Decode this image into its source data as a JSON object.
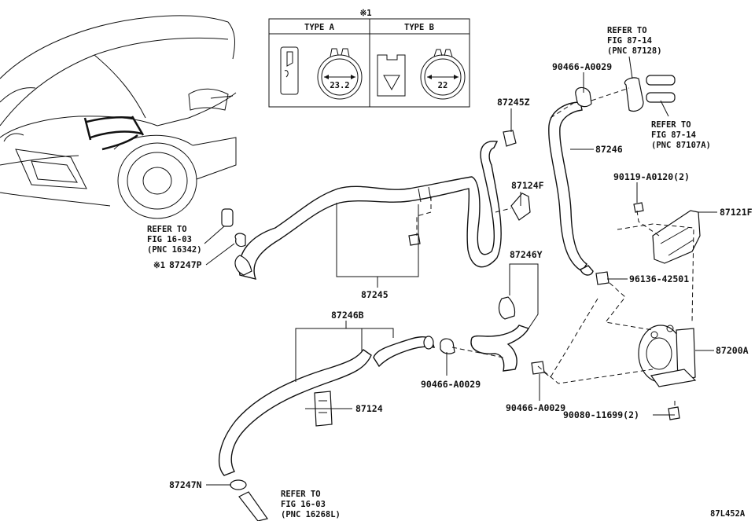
{
  "legend_box": {
    "mark": "※1",
    "type_a_header": "TYPE A",
    "type_b_header": "TYPE B",
    "type_a_dimension": "23.2",
    "type_b_dimension": "22"
  },
  "callouts": {
    "refer_87128": [
      "REFER TO",
      "FIG 87-14",
      "(PNC 87128)"
    ],
    "refer_87107a": [
      "REFER TO",
      "FIG 87-14",
      "(PNC 87107A)"
    ],
    "refer_16342": [
      "REFER TO",
      "FIG 16-03",
      "(PNC 16342)"
    ],
    "refer_16268l": [
      "REFER TO",
      "FIG 16-03",
      "(PNC 16268L)"
    ]
  },
  "part_numbers": {
    "p90466_top": "90466-A0029",
    "p87245z": "87245Z",
    "p87246": "87246",
    "p87124f": "87124F",
    "p90119": "90119-A0120(2)",
    "p87121f": "87121F",
    "p96136": "96136-42501",
    "p87246y": "87246Y",
    "p87200a": "87200A",
    "p87245": "87245",
    "p87246b": "87246B",
    "p87124": "87124",
    "p87247p_mark": "※1",
    "p87247p": "87247P",
    "p87247n": "87247N",
    "p90466_mid": "90466-A0029",
    "p90466_low": "90466-A0029",
    "p90080": "90080-11699(2)"
  },
  "figure_code": "87L452A"
}
